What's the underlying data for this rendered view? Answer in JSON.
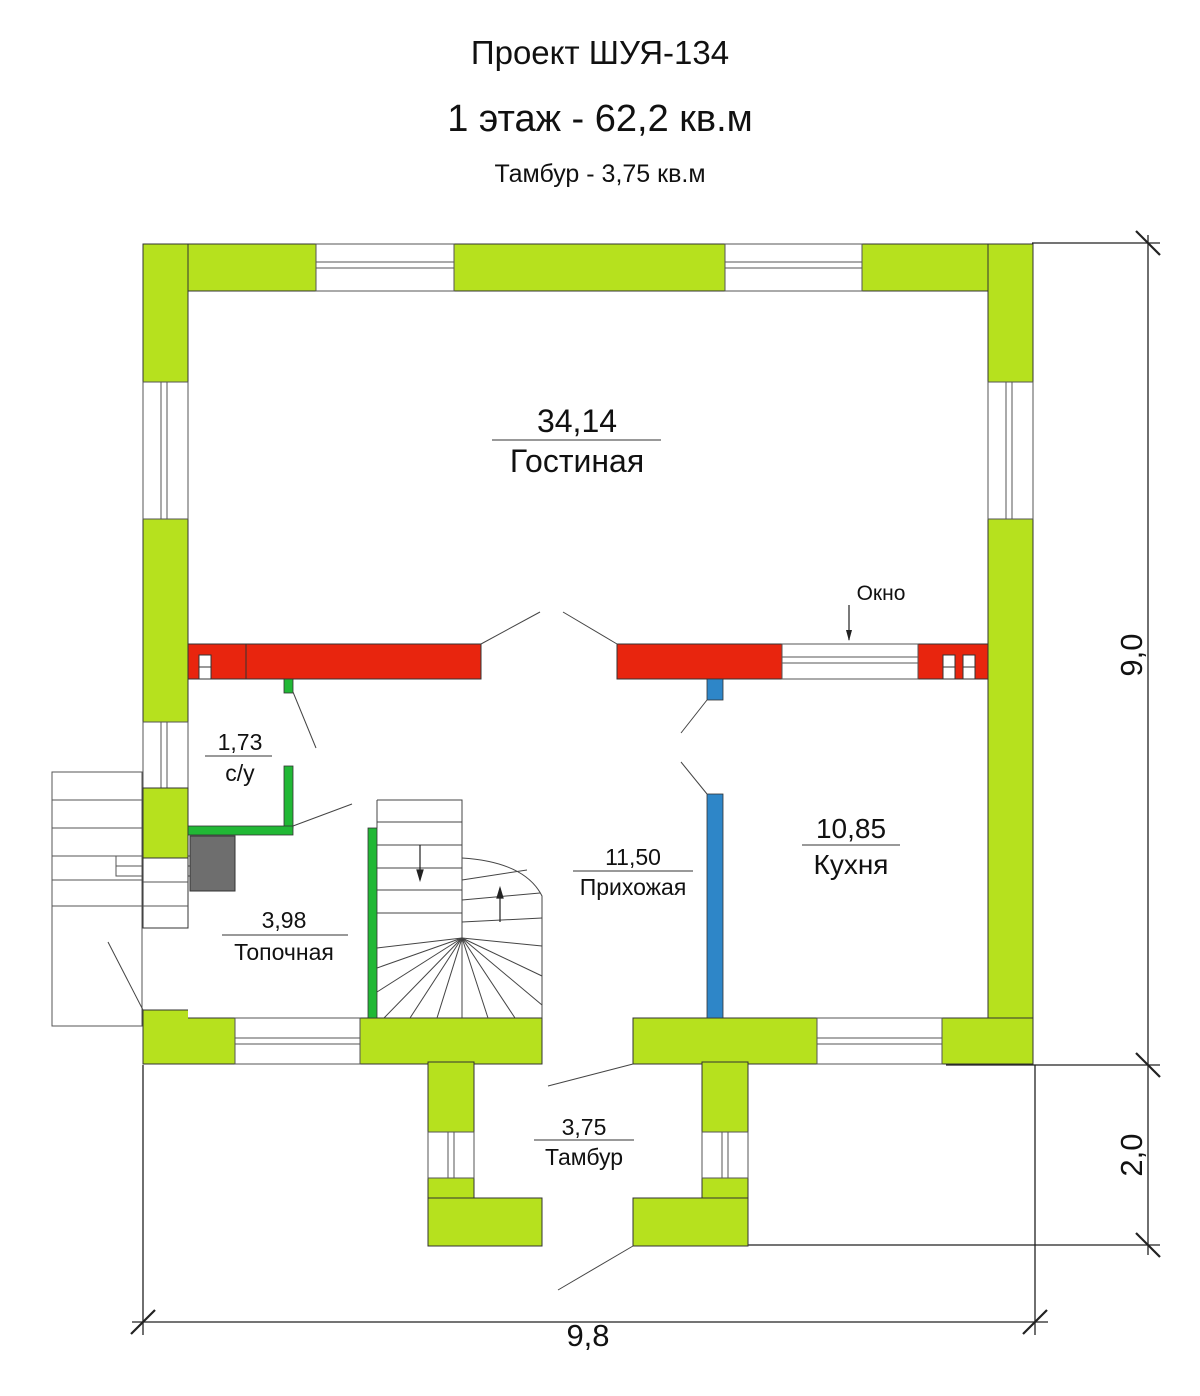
{
  "header": {
    "project": "Проект ШУЯ-134",
    "floor": "1 этаж - 62,2 кв.м",
    "vestibule_note": "Тамбур - 3,75 кв.м"
  },
  "rooms": {
    "living": {
      "area": "34,14",
      "name": "Гостиная"
    },
    "wc": {
      "area": "1,73",
      "name": "с/у"
    },
    "furnace": {
      "area": "3,98",
      "name": "Топочная"
    },
    "hall": {
      "area": "11,50",
      "name": "Прихожая"
    },
    "kitchen": {
      "area": "10,85",
      "name": "Кухня"
    },
    "vestibule": {
      "area": "3,75",
      "name": "Тамбур"
    }
  },
  "annotations": {
    "window": "Окно"
  },
  "dimensions": {
    "height_main": "9,0",
    "height_vestibule": "2,0",
    "width": "9,8"
  },
  "colors": {
    "exterior_wall": "#b6e11e",
    "interior_wall": "#e8250e",
    "partition_green": "#21b835",
    "partition_blue": "#2e86c8",
    "boiler": "#6e6e6e"
  }
}
